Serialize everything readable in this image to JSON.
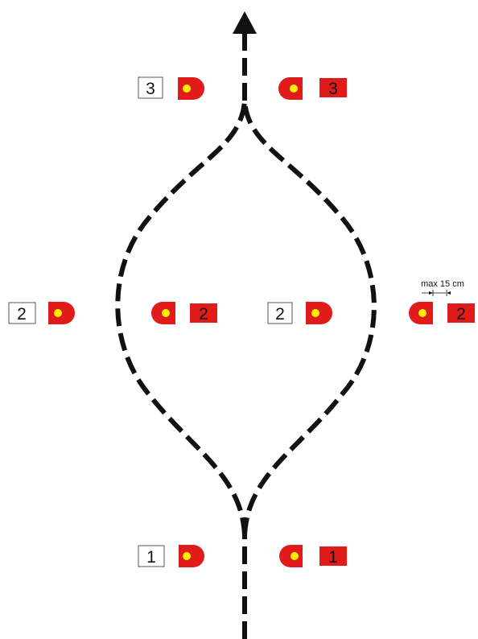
{
  "colors": {
    "gate": "#e11a1a",
    "gate_dark": "#b01010",
    "dot": "#ffee00",
    "path": "#111111",
    "white_plate_border": "#555555"
  },
  "gates": [
    {
      "id": "gate-3-left",
      "number": "3",
      "plate": "white",
      "shape": "d-right"
    },
    {
      "id": "gate-3-right",
      "number": "3",
      "plate": "red",
      "shape": "d-left"
    },
    {
      "id": "gate-2-outer-left",
      "number": "2",
      "plate": "white",
      "shape": "d-right"
    },
    {
      "id": "gate-2-inner-left",
      "number": "2",
      "plate": "red",
      "shape": "d-left"
    },
    {
      "id": "gate-2-inner-right",
      "number": "2",
      "plate": "white",
      "shape": "d-right"
    },
    {
      "id": "gate-2-outer-right",
      "number": "2",
      "plate": "red",
      "shape": "d-left"
    },
    {
      "id": "gate-1-left",
      "number": "1",
      "plate": "white",
      "shape": "d-right"
    },
    {
      "id": "gate-1-right",
      "number": "1",
      "plate": "red",
      "shape": "d-left"
    }
  ],
  "annotation": {
    "text": "max 15 cm"
  },
  "path_icon": "up-arrow-icon"
}
